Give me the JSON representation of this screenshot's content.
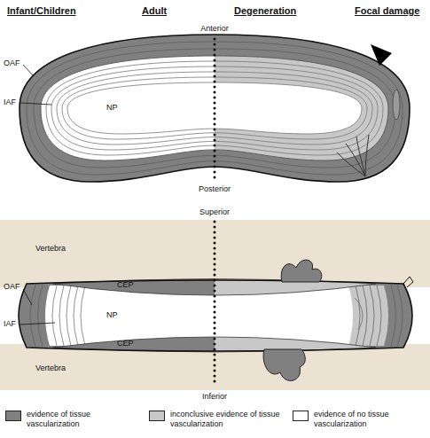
{
  "diagram": {
    "labels": [
      "Infant/Children",
      "Adult",
      "Degeneration",
      "Focal damage",
      "Anterior",
      "OAF",
      "IAF",
      "NP",
      "Posterior",
      "Superior",
      "Vertebra",
      "OAF",
      "CEP",
      "IAF",
      "NP",
      "CEP",
      "Vertebra",
      "Inferior"
    ],
    "legend": [
      {
        "text": "evidence of tissue vascularization",
        "color": "#808080"
      },
      {
        "text": "inconclusive evidence of tissue vascularization",
        "color": "#c8c8c8"
      },
      {
        "text": "evidence of no tissue vascularization",
        "color": "#ffffff"
      }
    ]
  }
}
